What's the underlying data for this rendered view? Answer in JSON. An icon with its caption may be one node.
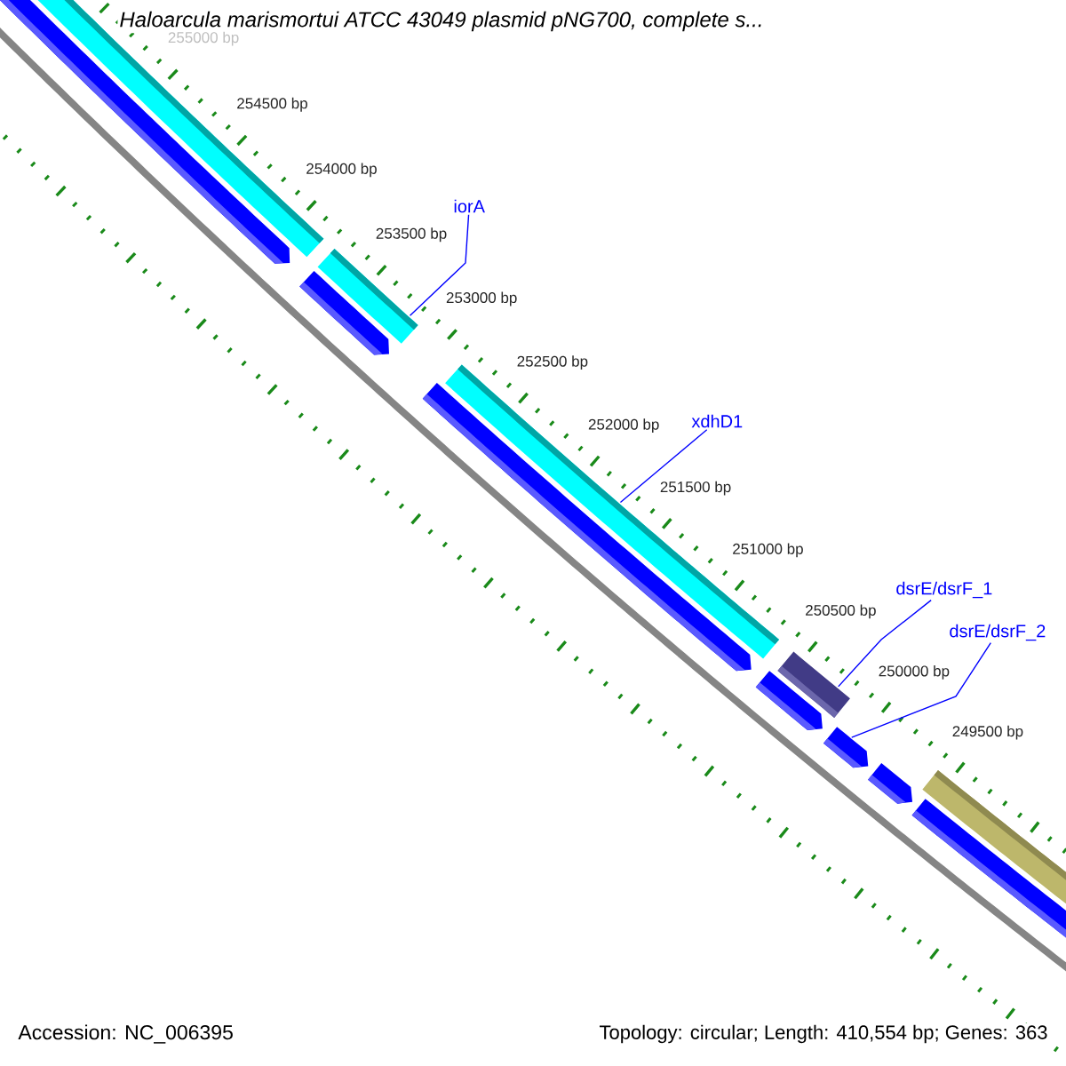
{
  "diagram": {
    "title": "Haloarcula marismortui ATCC 43049 plasmid pNG700, complete s...",
    "nodes": [
      {
        "text": [
          "iorA"
        ]
      },
      {
        "text": [
          "xdhD1"
        ]
      },
      {
        "text": [
          "dsrE/dsrF_1"
        ]
      },
      {
        "text": [
          "dsrE/dsrF_2"
        ]
      },
      {
        "text": [],
        "shape": "bar"
      },
      {
        "text": [],
        "shape": "bar"
      },
      {
        "text": [],
        "shape": "bar"
      },
      {
        "text": [],
        "shape": "bar"
      },
      {
        "text": [],
        "shape": "bar"
      },
      {
        "text": [],
        "shape": "bar"
      },
      {
        "text": [],
        "shape": "bar"
      },
      {
        "text": [],
        "shape": "bar"
      },
      {
        "text": [],
        "shape": "bar"
      },
      {
        "text": [],
        "shape": "bar"
      },
      {
        "text": [],
        "shape": "bar"
      },
      {
        "text": [],
        "shape": "bar"
      }
    ],
    "edges": [
      {
        "from": 0,
        "to": 6,
        "arrow": "none"
      },
      {
        "from": 1,
        "to": 8,
        "arrow": "none"
      },
      {
        "from": 2,
        "to": 10,
        "arrow": "none"
      },
      {
        "from": 3,
        "to": 12,
        "arrow": "none"
      }
    ],
    "labels": [
      "255000 bp",
      "254500 bp",
      "254000 bp",
      "253500 bp",
      "253000 bp",
      "252500 bp",
      "252000 bp",
      "251500 bp",
      "251000 bp",
      "250500 bp",
      "250000 bp",
      "249500 bp",
      "Accession: NC_006395",
      "Topology: circular; Length: 410,554 bp; Genes: 363"
    ]
  }
}
